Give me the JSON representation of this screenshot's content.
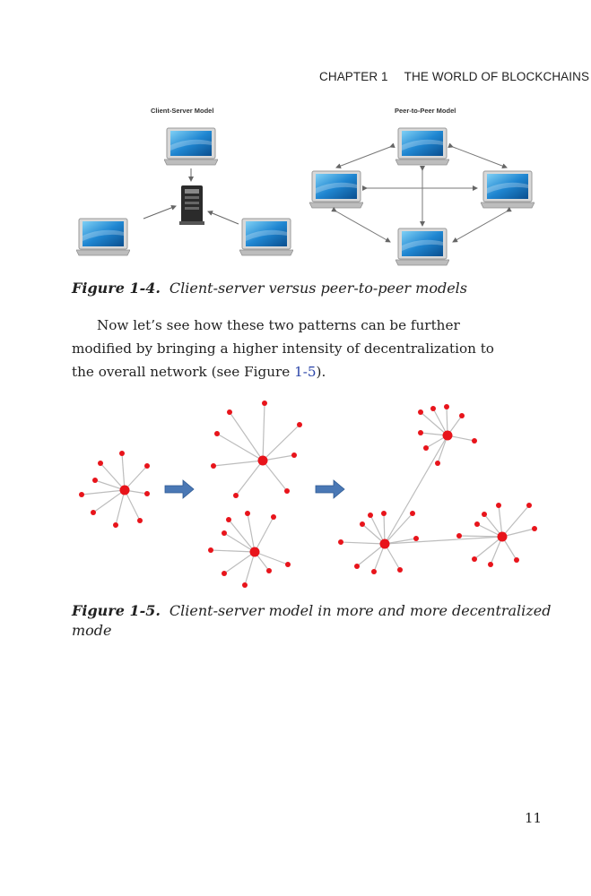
{
  "header": {
    "chapter": "CHAPTER 1",
    "title": "THE WORLD OF BLOCKCHAINS"
  },
  "figure_1_4": {
    "left_label": "Client-Server Model",
    "right_label": "Peer-to-Peer Model",
    "caption_number": "Figure 1-4.",
    "caption_text": "Client-server versus peer-to-peer models"
  },
  "paragraph": {
    "text_before_link": "Now let’s see how these two patterns can be further modified by bringing a higher intensity of decentralization to the overall network (see Figure ",
    "link_text": "1-5",
    "text_after_link": ")."
  },
  "figure_1_5": {
    "caption_number": "Figure 1-5.",
    "caption_line1": "Client-server model in more and more decentralized",
    "caption_line2": "mode"
  },
  "page_number": "11",
  "colors": {
    "node_red": "#e8141b",
    "edge_gray": "#bdbdbd",
    "arrow_blue": "#4a78b5",
    "link_blue": "#2a44a8"
  }
}
